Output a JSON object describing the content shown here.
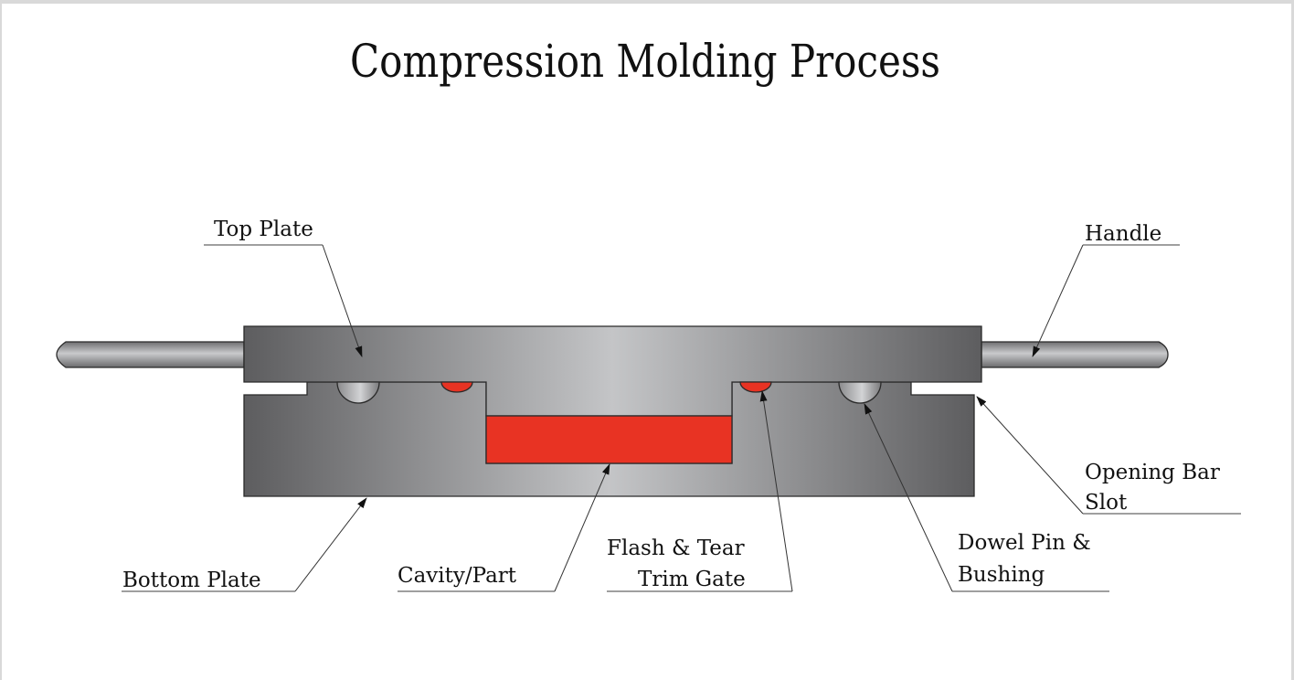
{
  "title": "Compression Molding Process",
  "labels": {
    "top_plate": "Top Plate",
    "handle": "Handle",
    "opening_bar_slot_line1": "Opening Bar",
    "opening_bar_slot_line2": "Slot",
    "bottom_plate": "Bottom Plate",
    "cavity_part": "Cavity/Part",
    "flash_line1": "Flash & Tear",
    "flash_line2": "Trim Gate",
    "dowel_line1": "Dowel Pin &",
    "dowel_line2": "Bushing"
  },
  "colors": {
    "part_red": "#e83323",
    "steel_dark": "#5f5f61",
    "steel_light": "#c6c7c9"
  }
}
